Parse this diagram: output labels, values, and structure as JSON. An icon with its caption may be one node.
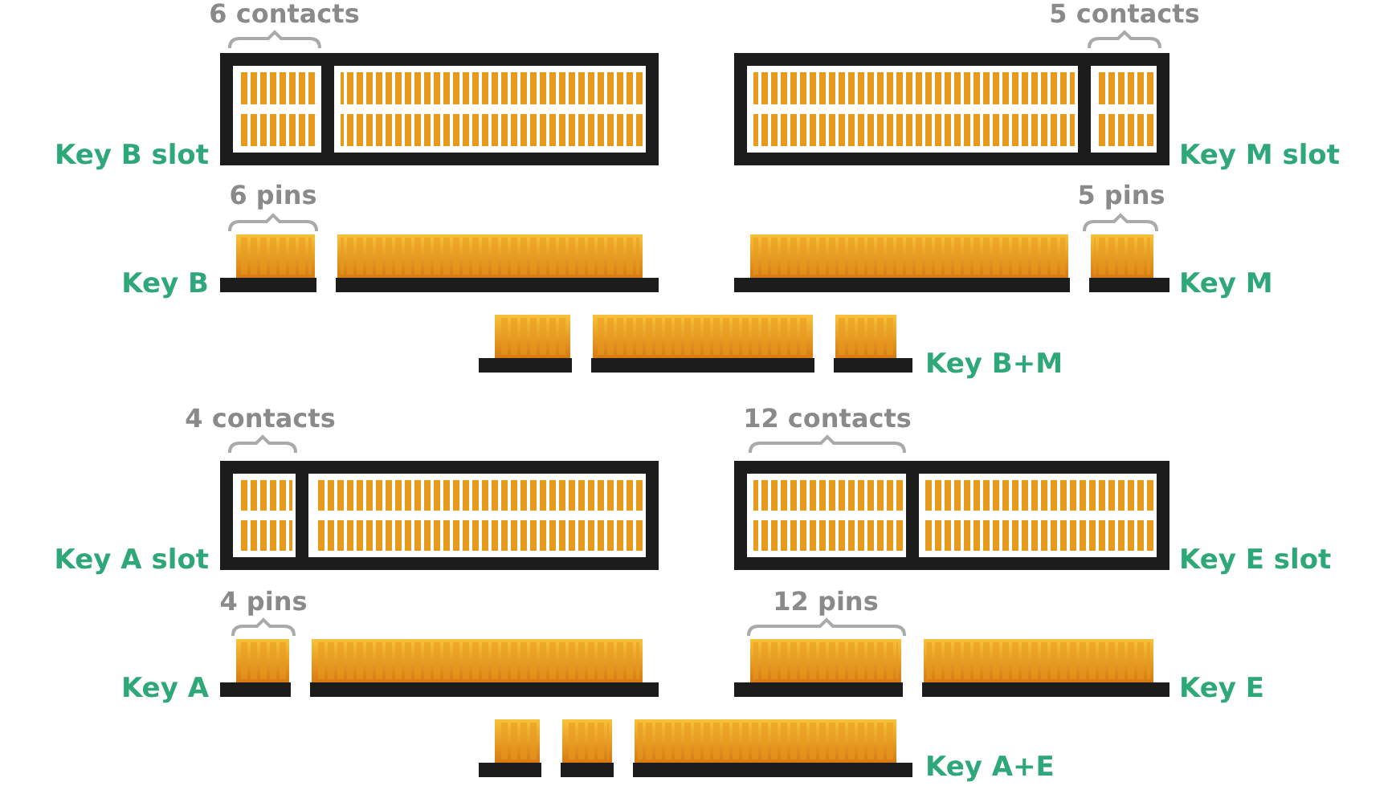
{
  "diagram": {
    "labels": [
      "6 contacts",
      "5 contacts",
      "Key B slot",
      "Key M slot",
      "6 pins",
      "5 pins",
      "Key B",
      "Key M",
      "Key B+M",
      "4 contacts",
      "12 contacts",
      "Key A slot",
      "Key E slot",
      "4 pins",
      "12 pins",
      "Key A",
      "Key E",
      "Key A+E"
    ]
  }
}
